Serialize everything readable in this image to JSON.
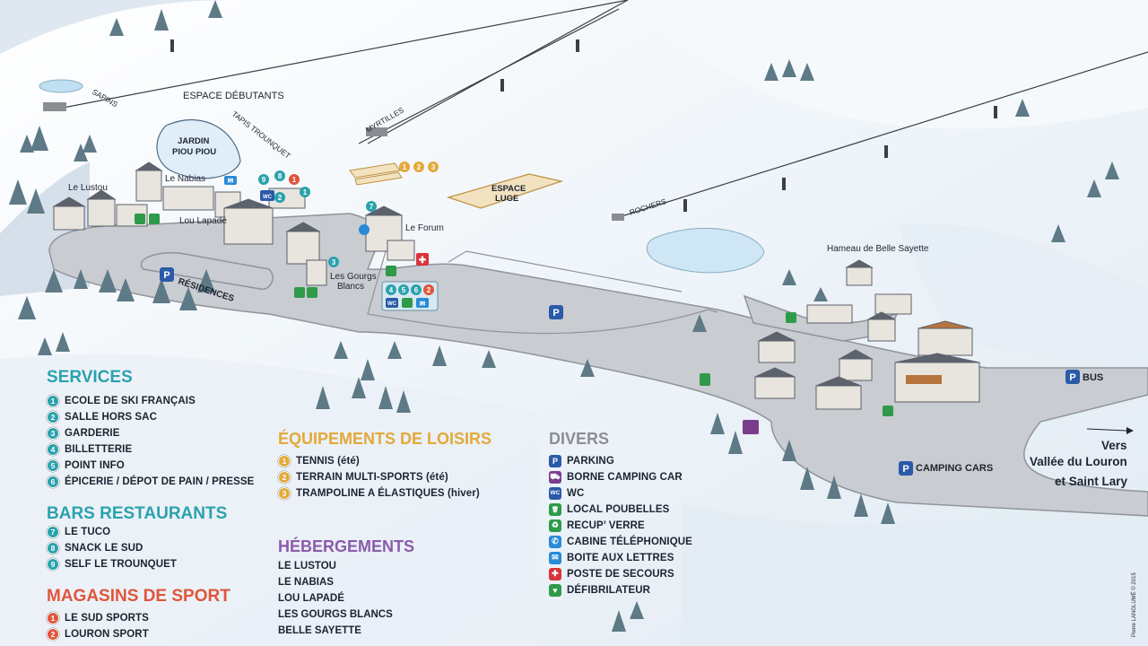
{
  "colors": {
    "services": "#2aa2ad",
    "bars": "#2aa2ad",
    "magasins": "#e0553c",
    "loisirs": "#e3a93a",
    "divers": "#8b8f95",
    "hebergements": "#8a5cab",
    "parking": "#2a5aa8",
    "green": "#2e9a4a",
    "red": "#d8343a",
    "road": "#c9ccd1"
  },
  "map_labels": {
    "sapins": "SAPINS",
    "espace_debutants": "ESPACE DÉBUTANTS",
    "tapis_trounquet": "TAPIS TROUNQUET",
    "jardin_piou_piou_1": "JARDIN",
    "jardin_piou_piou_2": "PIOU PIOU",
    "myrtilles": "MYRTILLES",
    "espace_luge_1": "ESPACE",
    "espace_luge_2": "LUGE",
    "le_lustou": "Le Lustou",
    "le_nabias": "Le Nabias",
    "lou_lapade": "Lou Lapadé",
    "le_forum": "Le Forum",
    "gourgs_1": "Les Gourgs",
    "gourgs_2": "Blancs",
    "residences": "RÉSIDENCES",
    "rochers": "ROCHERS",
    "hameau": "Hameau de Belle Sayette",
    "bus": "BUS",
    "camping_cars": "CAMPING CARS",
    "vers_1": "Vers",
    "vers_2": "Vallée du Louron",
    "vers_3": "et Saint Lary",
    "wc": "WC",
    "credit": "Pierre LANGLUMÉ © 2015"
  },
  "services": {
    "title": "SERVICES",
    "items": [
      {
        "n": "1",
        "label": "ECOLE DE SKI FRANÇAIS"
      },
      {
        "n": "2",
        "label": "SALLE HORS SAC"
      },
      {
        "n": "3",
        "label": "GARDERIE"
      },
      {
        "n": "4",
        "label": "BILLETTERIE"
      },
      {
        "n": "5",
        "label": "POINT INFO"
      },
      {
        "n": "6",
        "label": "ÉPICERIE / DÉPOT DE PAIN / PRESSE"
      }
    ]
  },
  "bars": {
    "title": "BARS RESTAURANTS",
    "items": [
      {
        "n": "7",
        "label": "LE TUCO"
      },
      {
        "n": "8",
        "label": "SNACK LE SUD"
      },
      {
        "n": "9",
        "label": "SELF LE TROUNQUET"
      }
    ]
  },
  "magasins": {
    "title": "MAGASINS DE SPORT",
    "items": [
      {
        "n": "1",
        "label": "LE SUD SPORTS"
      },
      {
        "n": "2",
        "label": "LOURON SPORT"
      }
    ]
  },
  "loisirs": {
    "title": "ÉQUIPEMENTS DE LOISIRS",
    "items": [
      {
        "n": "1",
        "label": "TENNIS (été)"
      },
      {
        "n": "2",
        "label": "TERRAIN MULTI-SPORTS (été)"
      },
      {
        "n": "3",
        "label": "TRAMPOLINE A ÉLASTIQUES (hiver)"
      }
    ]
  },
  "hebergements": {
    "title": "HÉBERGEMENTS",
    "items": [
      "LE LUSTOU",
      "LE NABIAS",
      "LOU LAPADÉ",
      "LES GOURGS BLANCS",
      "BELLE SAYETTE"
    ]
  },
  "divers": {
    "title": "DIVERS",
    "items": [
      {
        "icon": "parking-icon",
        "sym": "P",
        "color": "#2a5aa8",
        "label": "PARKING"
      },
      {
        "icon": "camping-car-icon",
        "sym": "⛟",
        "color": "#7a3d8c",
        "label": "BORNE CAMPING CAR"
      },
      {
        "icon": "wc-icon",
        "sym": "WC",
        "color": "#2a5aa8",
        "label": "WC"
      },
      {
        "icon": "trash-icon",
        "sym": "🗑",
        "color": "#2e9a4a",
        "label": "LOCAL POUBELLES"
      },
      {
        "icon": "glass-recycling-icon",
        "sym": "♻",
        "color": "#2e9a4a",
        "label": "RECUP’ VERRE"
      },
      {
        "icon": "phone-icon",
        "sym": "✆",
        "color": "#2a8ad8",
        "label": "CABINE TÉLÉPHONIQUE"
      },
      {
        "icon": "mailbox-icon",
        "sym": "✉",
        "color": "#2a8ad8",
        "label": "BOITE AUX LETTRES"
      },
      {
        "icon": "first-aid-icon",
        "sym": "✚",
        "color": "#d8343a",
        "label": "POSTE DE SECOURS"
      },
      {
        "icon": "defibrillator-icon",
        "sym": "♥",
        "color": "#2e9a4a",
        "label": "DÉFIBRILATEUR"
      }
    ]
  }
}
